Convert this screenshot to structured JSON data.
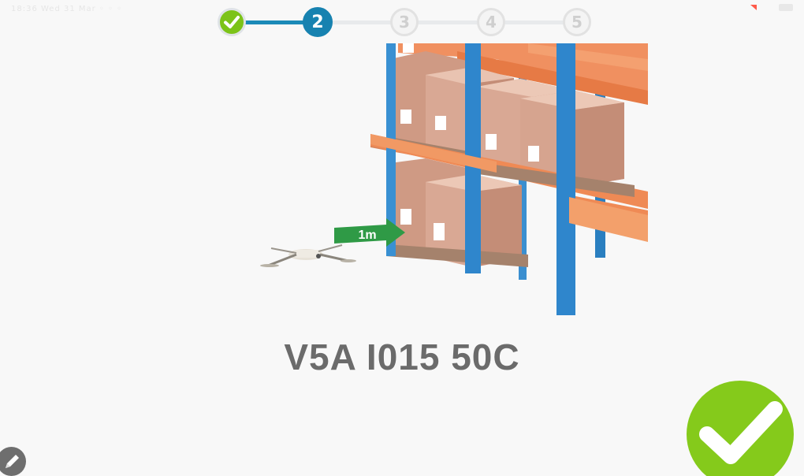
{
  "status_bar": {
    "left_text": "18:36  Wed 31 Mar   ◦ ◦ ◦",
    "right_icons": [
      "signal-icon",
      "battery-icon"
    ]
  },
  "stepper": {
    "steps": [
      {
        "label": "",
        "state": "complete"
      },
      {
        "label": "2",
        "state": "current"
      },
      {
        "label": "3",
        "state": "pending"
      },
      {
        "label": "4",
        "state": "pending"
      },
      {
        "label": "5",
        "state": "pending"
      }
    ]
  },
  "illustration": {
    "distance_label": "1m"
  },
  "scanned_code": "V5A I015 50C",
  "actions": {
    "confirm_icon": "checkmark-icon",
    "edit_icon": "pencil-icon"
  },
  "colors": {
    "accent_blue": "#1782b0",
    "success_green": "#85ca1b",
    "rack_blue": "#2f8ad0",
    "beam_orange": "#ef8a55",
    "box_tan": "#d6a48f",
    "arrow_green": "#2f9a46"
  }
}
